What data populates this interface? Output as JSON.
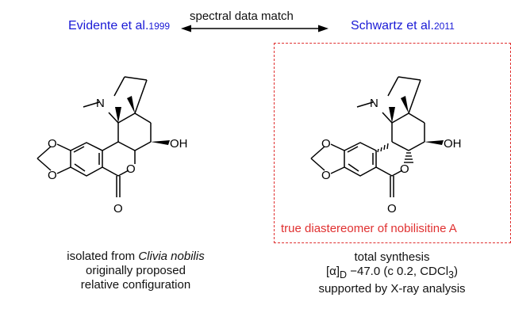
{
  "header": {
    "left_author": "Evidente et al.",
    "left_year": "1999",
    "right_author": "Schwartz et al.",
    "right_year": "2011",
    "arrow_label": "spectral data match"
  },
  "highlight_label": "true diastereomer of nobilisitine A",
  "atoms": {
    "n": "N",
    "oh": "OH",
    "o": "O"
  },
  "left_caption": {
    "line1_prefix": "isolated from ",
    "line1_species": "Clivia nobilis",
    "line2": "originally proposed",
    "line3": "relative configuration"
  },
  "right_caption": {
    "line1": "total synthesis",
    "rotation_symbol": "[α]",
    "rotation_sub": "D",
    "rotation_value": " −47.0 (c 0.2, CDCl",
    "rotation_cdcl_sub": "3",
    "rotation_close": ")",
    "line3": "supported by X-ray analysis"
  },
  "colors": {
    "author": "#1a1ad6",
    "highlight": "#e03030"
  }
}
